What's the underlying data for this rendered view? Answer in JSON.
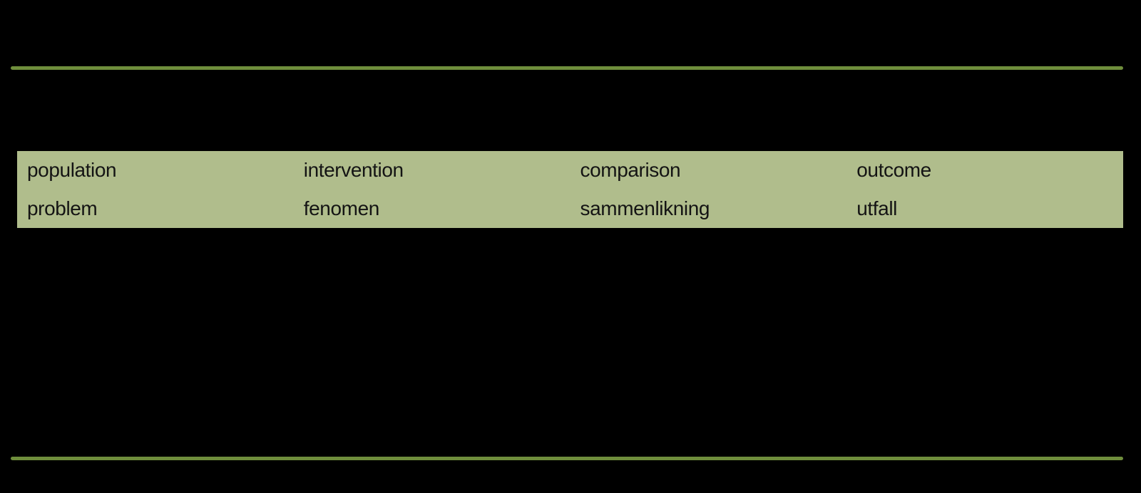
{
  "slide": {
    "background_color": "#000000",
    "divider_color": "#6F8E3C",
    "pico_table": {
      "fill_color": "#B0BD8C",
      "text_color": "#141414",
      "rows": [
        [
          "population",
          "intervention",
          "comparison",
          "outcome"
        ],
        [
          "problem",
          "fenomen",
          "sammenlikning",
          "utfall"
        ]
      ]
    }
  }
}
